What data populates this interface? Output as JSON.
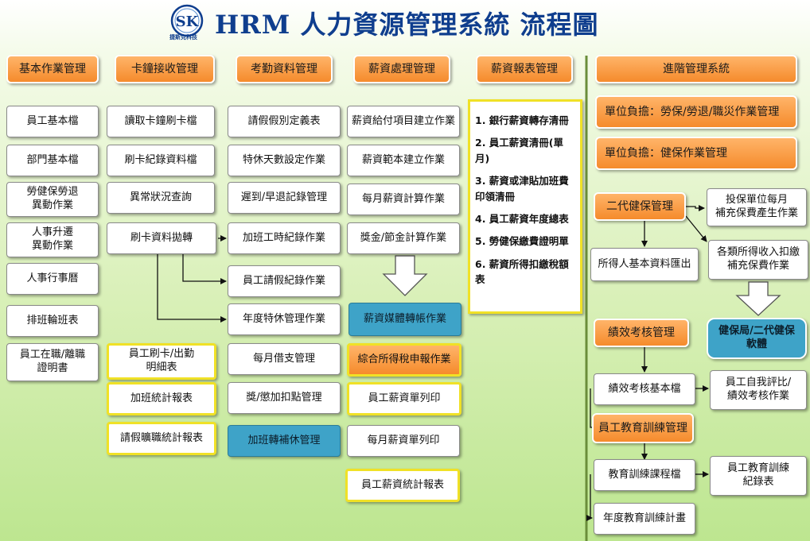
{
  "title": "HRM 人力資源管理系統 流程圖",
  "logo": {
    "mark": "SK",
    "caption": "捷斯克科技"
  },
  "colors": {
    "title": "#0f3e8e",
    "header": "#f58b2c",
    "highlight_border": "#f0e126",
    "teal": "#3ea3c8"
  },
  "columns": [
    {
      "header": "基本作業管理",
      "items": [
        "員工基本檔",
        "部門基本檔",
        "勞健保勞退\n異動作業",
        "人事升遷\n異動作業",
        "人事行事曆",
        "排班輪班表",
        "員工在職/離職\n證明書"
      ]
    },
    {
      "header": "卡鐘接收管理",
      "items": [
        "讀取卡鐘刷卡檔",
        "刷卡紀錄資料檔",
        "異常狀況查詢",
        "刷卡資料拋轉",
        "員工刷卡/出勤\n明細表",
        "加班統計報表",
        "請假曠職統計報表"
      ]
    },
    {
      "header": "考勤資料管理",
      "items": [
        "請假假別定義表",
        "特休天數設定作業",
        "遲到/早退記錄管理",
        "加班工時紀錄作業",
        "員工請假紀錄作業",
        "年度特休管理作業",
        "每月借支管理",
        "獎/懲加扣點管理",
        "加班轉補休管理"
      ]
    },
    {
      "header": "薪資處理管理",
      "items": [
        "薪資給付項目建立作業",
        "薪資範本建立作業",
        "每月薪資計算作業",
        "獎金/節金計算作業",
        "薪資媒體轉帳作業",
        "綜合所得稅申報作業",
        "員工薪資單列印",
        "每月薪資單列印",
        "員工薪資統計報表"
      ]
    },
    {
      "header": "薪資報表管理",
      "items": [
        "1. 銀行薪資轉存清冊",
        "2. 員工薪資清冊(單月)",
        "3. 薪資或津貼加班費\n印領清冊",
        "4. 員工薪資年度總表",
        "5. 勞健保繳費證明單",
        "6. 薪資所得扣繳稅額表"
      ]
    }
  ],
  "advanced": {
    "header": "進階管理系統",
    "unit_labor": "單位負擔：勞保/勞退/職災作業管理",
    "unit_health": "單位負擔：健保作業管理",
    "nhi": {
      "header": "二代健保管理",
      "insured_unit": "投保單位每月\n補充保費產生作業",
      "income_types": "各類所得收入扣繳\n補充保費作業",
      "income_export": "所得人基本資料匯出",
      "nhi_software": "健保局/二代健保\n軟體"
    },
    "performance": {
      "header": "績效考核管理",
      "base": "績效考核基本檔",
      "self_eval": "員工自我評比/\n績效考核作業"
    },
    "training": {
      "header": "員工教育訓練管理",
      "course": "教育訓練課程檔",
      "record": "員工教育訓練\n紀錄表",
      "plan": "年度教育訓練計畫"
    }
  }
}
